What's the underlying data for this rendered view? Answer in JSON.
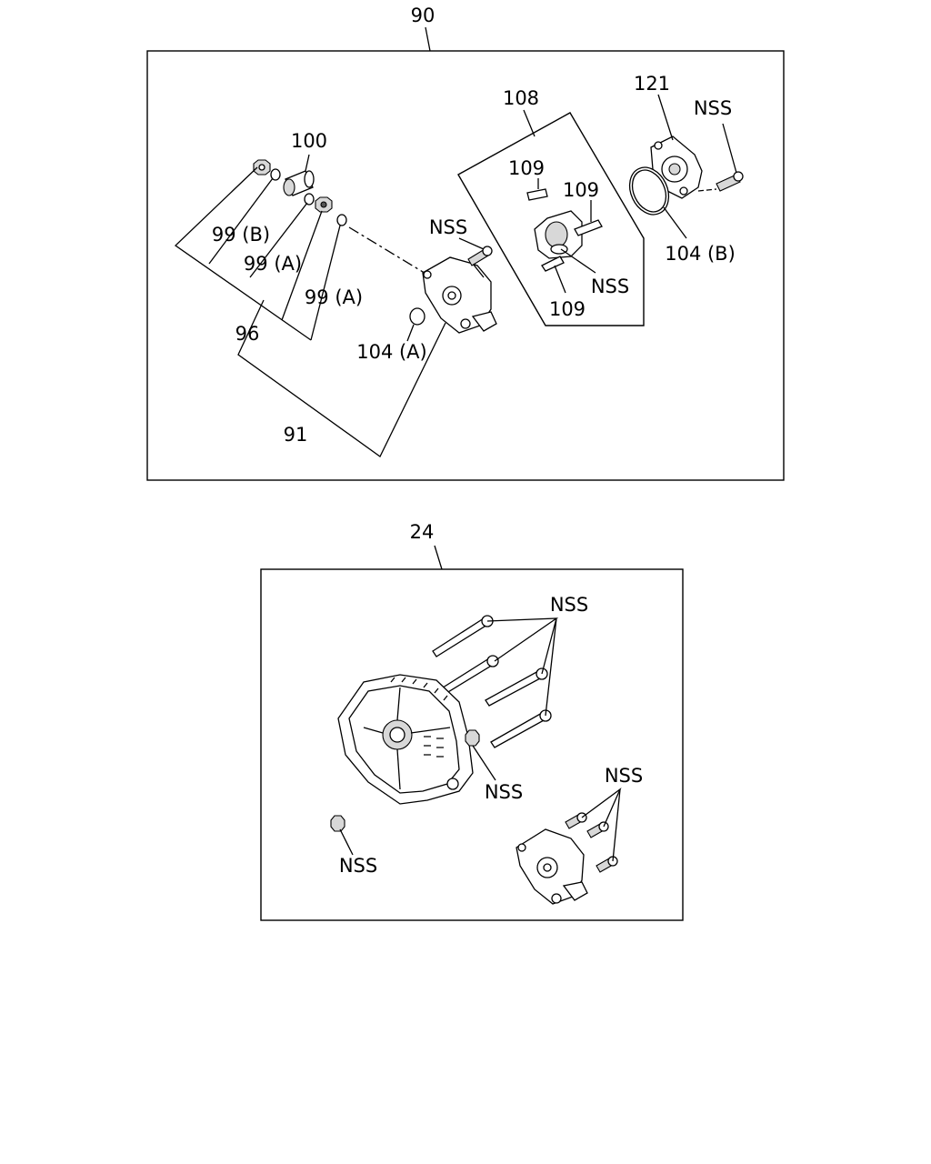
{
  "panels": [
    {
      "ref": "90",
      "callouts": [
        "100",
        "99 (B)",
        "99 (A)",
        "99 (A)",
        "96",
        "91",
        "104 (A)",
        "NSS",
        "108",
        "109",
        "109",
        "109",
        "NSS",
        "121",
        "NSS",
        "104 (B)"
      ]
    },
    {
      "ref": "24",
      "callouts": [
        "NSS",
        "NSS",
        "NSS",
        "NSS"
      ]
    }
  ]
}
